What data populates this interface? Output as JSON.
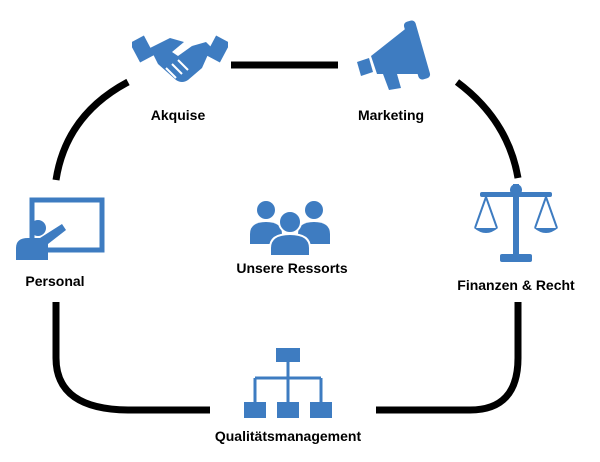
{
  "diagram": {
    "center": {
      "label": "Unsere Ressorts",
      "icon": "team-icon"
    },
    "nodes": [
      {
        "id": "akquise",
        "label": "Akquise",
        "icon": "handshake-icon"
      },
      {
        "id": "marketing",
        "label": "Marketing",
        "icon": "megaphone-icon"
      },
      {
        "id": "finanzen",
        "label": "Finanzen & Recht",
        "icon": "scales-icon"
      },
      {
        "id": "qualitaet",
        "label": "Qualitätsmanagement",
        "icon": "org-chart-icon"
      },
      {
        "id": "personal",
        "label": "Personal",
        "icon": "presentation-icon"
      }
    ],
    "colors": {
      "icon": "#3E7CC1",
      "connector": "#000000",
      "text": "#000000"
    }
  }
}
